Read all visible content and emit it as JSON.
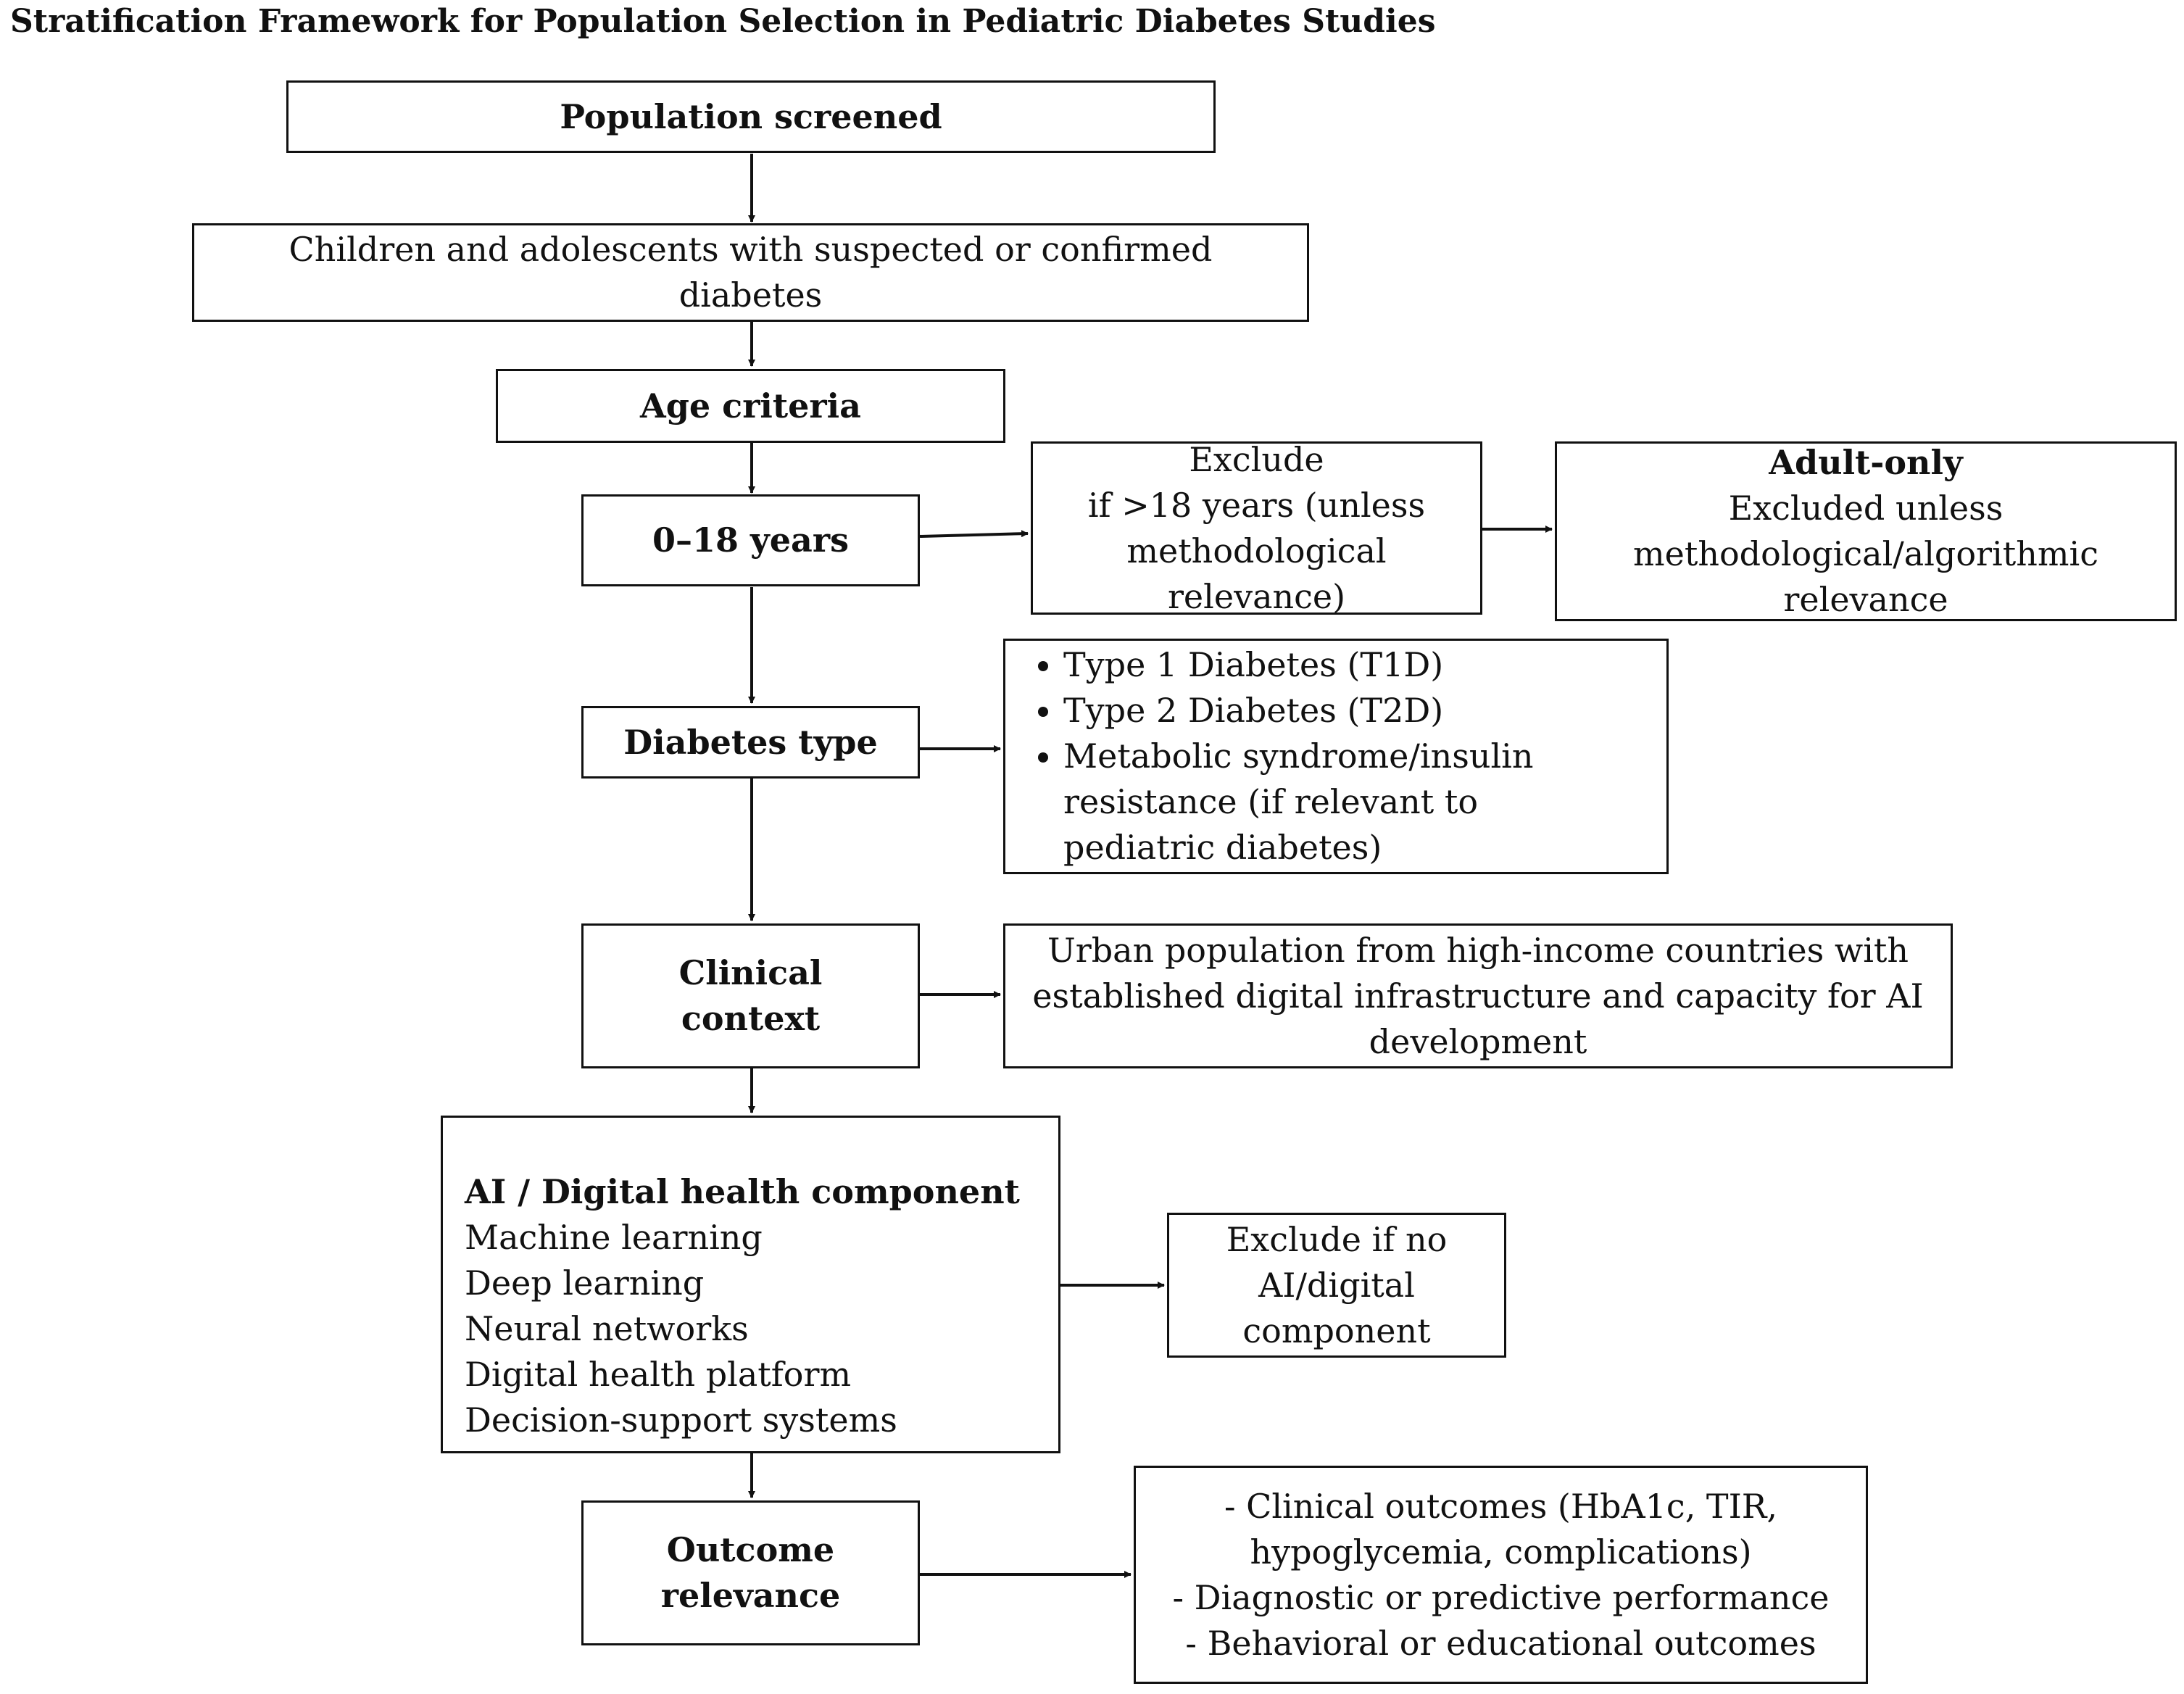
{
  "title": "Stratification Framework for Population Selection in Pediatric Diabetes Studies",
  "nodes": {
    "population": "Population screened",
    "children": "Children and adolescents with suspected or confirmed diabetes",
    "age": "Age criteria",
    "age_range": "0–18 years",
    "exclude_age": {
      "line1": "Exclude",
      "line2": "if >18 years (unless methodological relevance)"
    },
    "adult_only": {
      "heading": "Adult-only",
      "body": "Excluded unless methodological/algorithmic relevance"
    },
    "diabetes_type": "Diabetes type",
    "types": [
      "Type 1 Diabetes (T1D)",
      "Type 2 Diabetes (T2D)",
      "Metabolic syndrome/insulin resistance (if relevant to pediatric diabetes)"
    ],
    "clinical": "Clinical context",
    "clinical_detail": "Urban population from high-income countries with established digital infrastructure and capacity for AI development",
    "ai": {
      "heading": "AI / Digital health component",
      "items": [
        "Machine learning",
        "Deep learning",
        "Neural networks",
        "Digital health platform",
        "Decision-support systems"
      ]
    },
    "exclude_ai": "Exclude if no AI/digital component",
    "outcome": "Outcome relevance",
    "outcomes": [
      "- Clinical outcomes (HbA1c, TIR, hypoglycemia, complications)",
      "- Diagnostic or predictive performance",
      "- Behavioral or educational outcomes"
    ]
  }
}
